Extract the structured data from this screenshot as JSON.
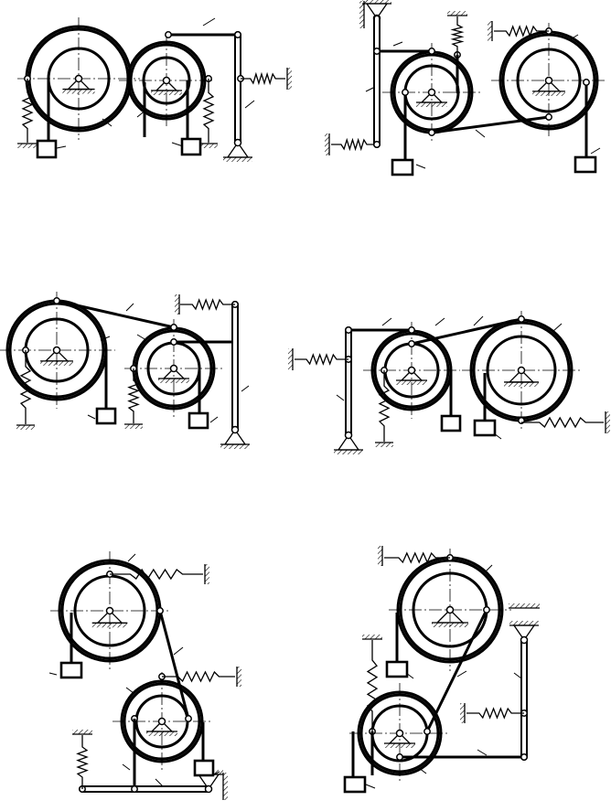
{
  "title": "",
  "figures": [
    {
      "id": 1,
      "label": ""
    },
    {
      "id": 2,
      "label": ""
    },
    {
      "id": 3,
      "label": ""
    },
    {
      "id": 4,
      "label": ""
    },
    {
      "id": 5,
      "label": ""
    },
    {
      "id": 6,
      "label": ""
    }
  ],
  "colors": {
    "line": "#000000",
    "background": "#ffffff"
  }
}
